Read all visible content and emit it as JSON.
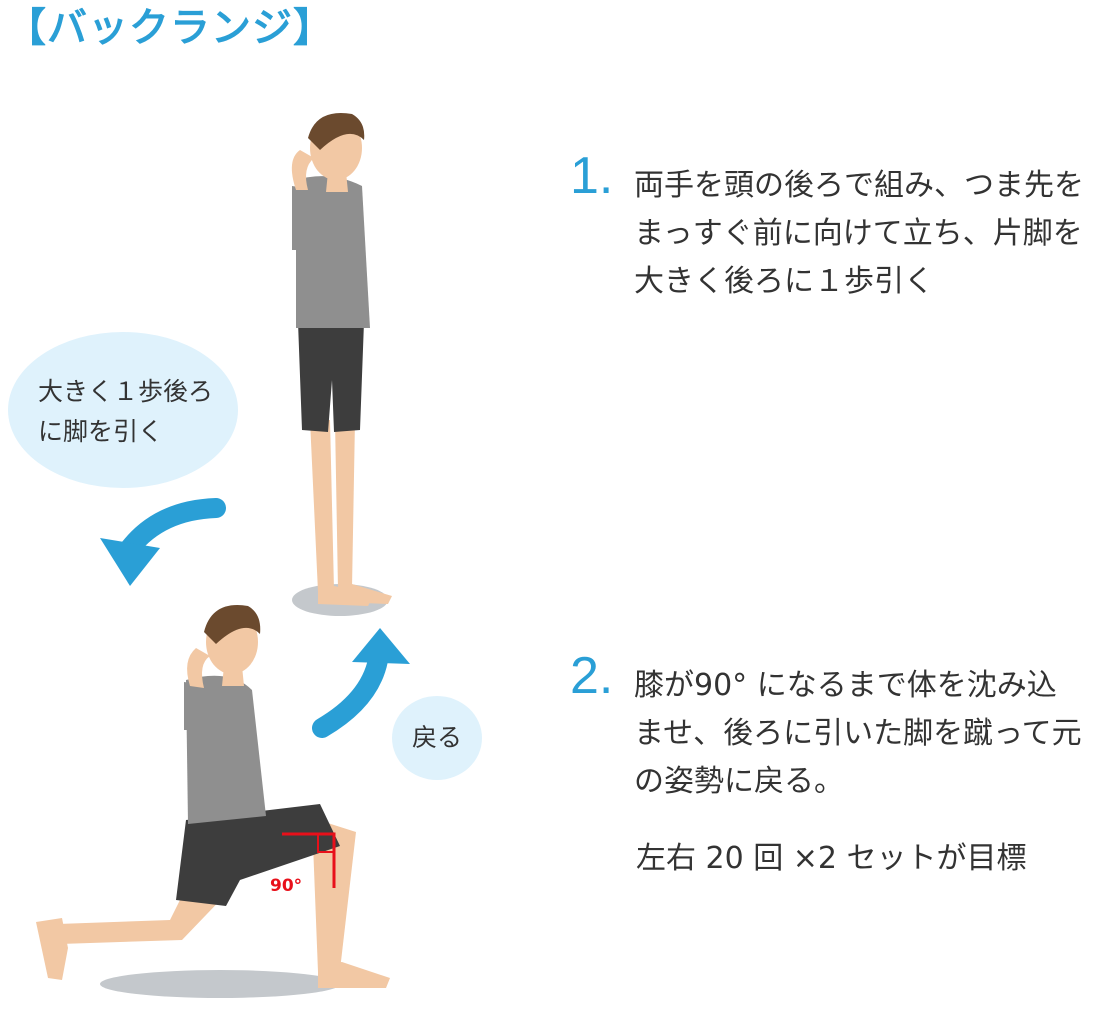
{
  "title": "【バックランジ】",
  "steps": [
    {
      "number": "1.",
      "lines": [
        "両手を頭の後ろで組み、つま先を",
        "まっすぐ前に向けて立ち、片脚を",
        "大きく後ろに１歩引く"
      ]
    },
    {
      "number": "2.",
      "lines": [
        "膝が90° になるまで体を沈み込",
        "ませ、後ろに引いた脚を蹴って元",
        "の姿勢に戻る。"
      ]
    }
  ],
  "goal": "左右 20 回 ×2 セットが目標",
  "bubbles": {
    "step_back": {
      "lines": [
        "大きく１歩後ろ",
        "に脚を引く"
      ]
    },
    "return": {
      "label": "戻る"
    }
  },
  "angle_label": "90°",
  "colors": {
    "accent": "#2a9fd6",
    "bubble_fill": "#dff2fc",
    "arrow": "#2a9fd6",
    "angle": "#e8101a",
    "skin": "#f2c8a4",
    "shirt": "#8f8f8f",
    "shorts": "#3d3d3d",
    "hair": "#6b4a2e",
    "shadow": "#c4c8cc"
  },
  "icons": {
    "arrow_back": "curved-arrow-down-left-icon",
    "arrow_return": "curved-arrow-up-right-icon"
  }
}
